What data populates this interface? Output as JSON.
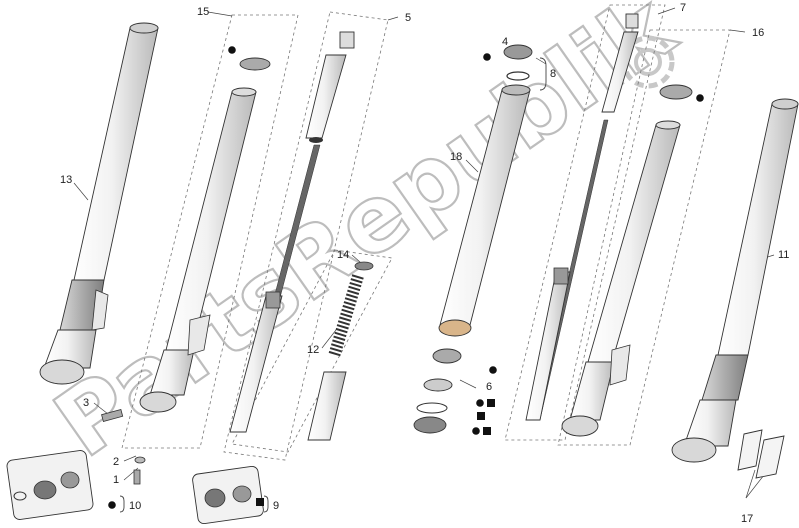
{
  "diagram": {
    "watermark": "PartsRepublik",
    "labels": {
      "p1": "1",
      "p2": "2",
      "p3": "3",
      "p4": "4",
      "p5": "5",
      "p6": "6",
      "p7": "7",
      "p8": "8",
      "p9": "9",
      "p10": "10",
      "p11": "11",
      "p12": "12",
      "p13": "13",
      "p14": "14",
      "p15": "15",
      "p16": "16",
      "p17": "17",
      "p18": "18"
    }
  }
}
